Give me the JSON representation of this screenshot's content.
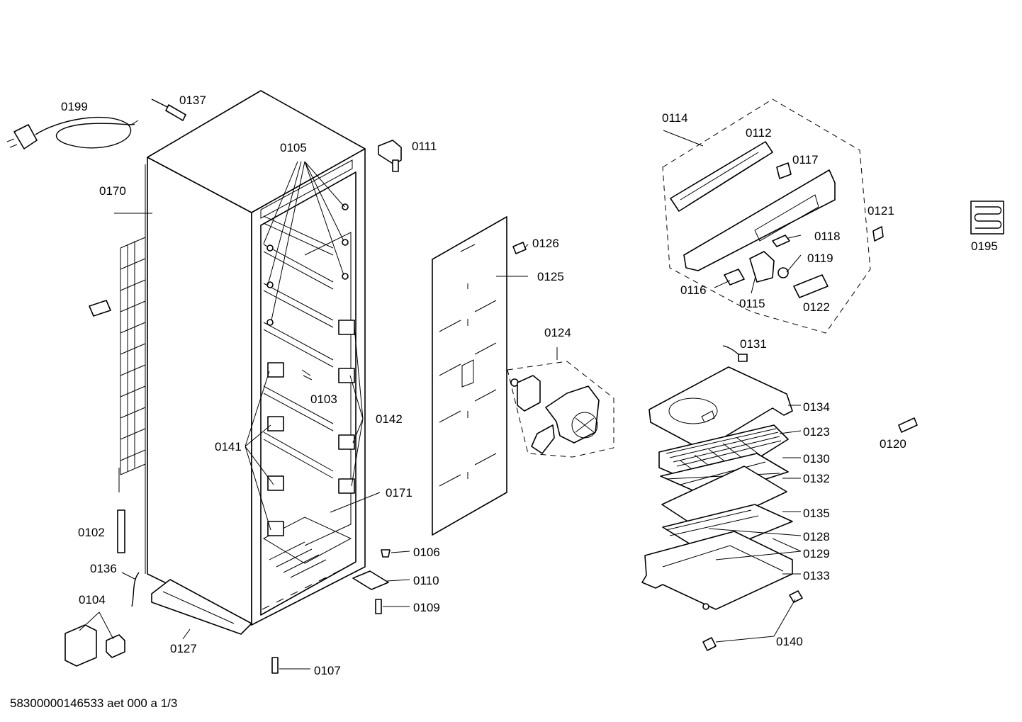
{
  "labels": {
    "p0199": "0199",
    "p0137": "0137",
    "p0105": "0105",
    "p0111": "0111",
    "p0170": "0170",
    "p0114": "0114",
    "p0112": "0112",
    "p0117": "0117",
    "p0121": "0121",
    "p0195": "0195",
    "p0126": "0126",
    "p0125": "0125",
    "p0118": "0118",
    "p0119": "0119",
    "p0116": "0116",
    "p0115": "0115",
    "p0122": "0122",
    "p0124": "0124",
    "p0131": "0131",
    "p0103": "0103",
    "p0142": "0142",
    "p0134": "0134",
    "p0123": "0123",
    "p0141": "0141",
    "p0130": "0130",
    "p0120": "0120",
    "p0132": "0132",
    "p0171": "0171",
    "p0135": "0135",
    "p0102": "0102",
    "p0128": "0128",
    "p0106": "0106",
    "p0129": "0129",
    "p0136": "0136",
    "p0133": "0133",
    "p0110": "0110",
    "p0104": "0104",
    "p0109": "0109",
    "p0127": "0127",
    "p0140": "0140",
    "p0107": "0107"
  },
  "footer": "58300000146533 aet 000 a 1/3"
}
